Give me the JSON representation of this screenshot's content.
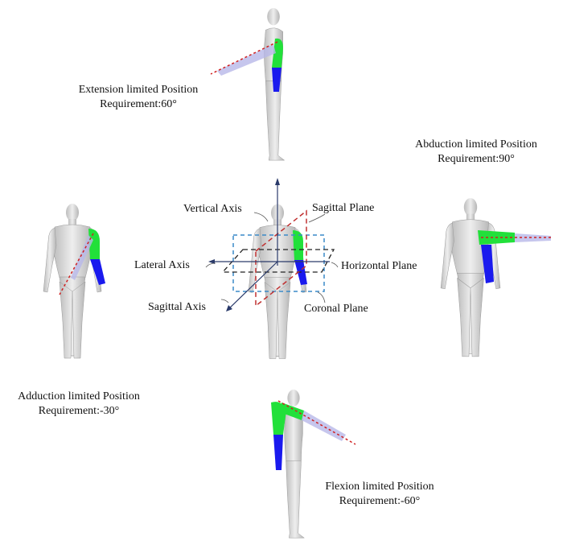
{
  "positions": {
    "extension": {
      "title": "Extension limited Position",
      "requirement": "Requirement:60°"
    },
    "abduction": {
      "title": "Abduction limited Position",
      "requirement": "Requirement:90°"
    },
    "adduction": {
      "title": "Adduction limited Position",
      "requirement": "Requirement:-30°"
    },
    "flexion": {
      "title": "Flexion limited Position",
      "requirement": "Requirement:-60°"
    }
  },
  "center_labels": {
    "vertical_axis": "Vertical Axis",
    "sagittal_plane": "Sagittal Plane",
    "lateral_axis": "Lateral Axis",
    "horizontal_plane": "Horizontal Plane",
    "sagittal_axis": "Sagittal Axis",
    "coronal_plane": "Coronal Plane"
  },
  "colors": {
    "upper_arm": "#22e03a",
    "forearm": "#1a1aee",
    "limit_line": "#d02020",
    "sagittal_plane": "#c03030",
    "coronal_plane": "#3a8ac8",
    "horizontal_plane": "#222222",
    "axis": "#2a3a6a",
    "body": "#d8d8d8"
  }
}
